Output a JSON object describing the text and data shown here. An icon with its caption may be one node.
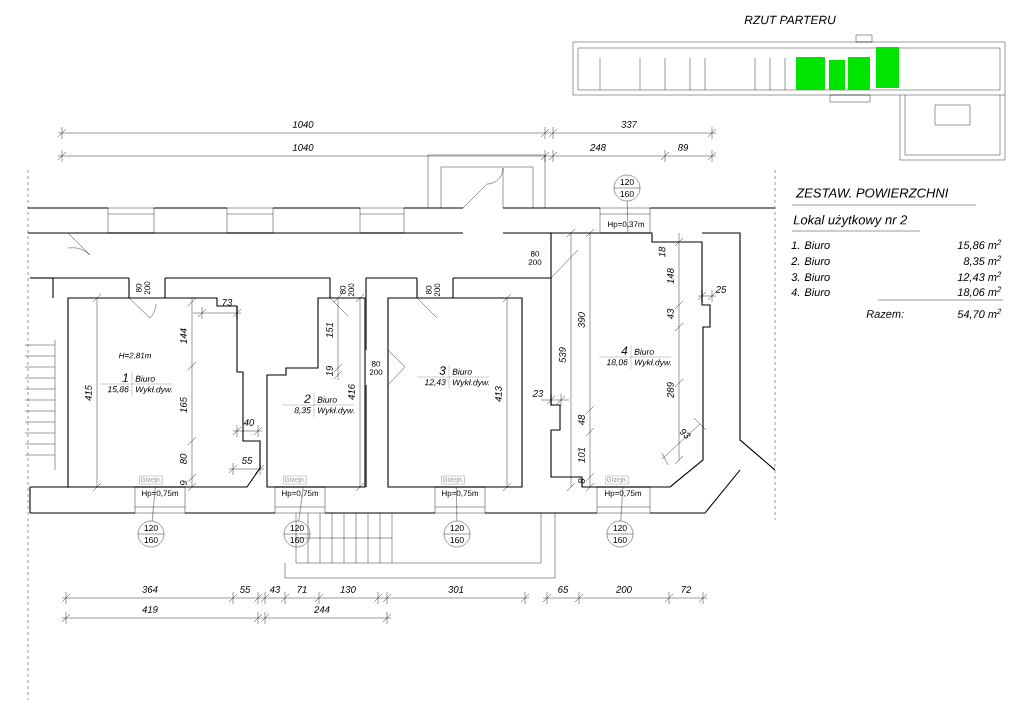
{
  "diagram": {
    "title": "RZUT PARTERU",
    "nodes": [
      {
        "text": [
          "1",
          "Biuro",
          "15,86",
          "Wykł.dyw."
        ]
      },
      {
        "text": [
          "2",
          "Biuro",
          "8,35",
          "Wykł.dyw."
        ]
      },
      {
        "text": [
          "3",
          "Biuro",
          "12,43",
          "Wykł.dyw."
        ]
      },
      {
        "text": [
          "4",
          "Biuro",
          "18,06",
          "Wykł.dyw."
        ]
      },
      {
        "text": [
          "120",
          "160"
        ]
      },
      {
        "text": [
          "120",
          "160"
        ]
      },
      {
        "text": [
          "120",
          "160"
        ]
      },
      {
        "text": [
          "120",
          "160"
        ]
      },
      {
        "text": [
          "120",
          "160"
        ]
      }
    ],
    "edges": [
      {
        "from": 4,
        "to": 3,
        "arrow": "none"
      },
      {
        "from": 5,
        "to": 0,
        "arrow": "none"
      },
      {
        "from": 6,
        "to": 1,
        "arrow": "none"
      },
      {
        "from": 7,
        "to": 2,
        "arrow": "none"
      },
      {
        "from": 8,
        "to": 3,
        "arrow": "none"
      }
    ],
    "labels": [
      "1040",
      "337",
      "1040",
      "248",
      "89",
      "ZESTAW. POWIERZCHNI",
      "Lokal użytkowy nr 2",
      "Hp=0,37m",
      "18",
      "1. Biuro",
      "15,86 m$^{2}$",
      "80 200",
      "2. Biuro",
      "8,35 m$^{2}$",
      "148",
      "3. Biuro",
      "12,43 m$^{2}$",
      "80 200",
      "80 200",
      "80 200",
      "25",
      "4. Biuro",
      "18,06 m$^{2}$",
      "73",
      "43",
      "Razem:",
      "54,70 m$^{2}$",
      "144",
      "151",
      "390",
      "H=2,81m",
      "539",
      "19",
      "80 200",
      "415",
      "416",
      "413",
      "23",
      "289",
      "165",
      "40",
      "48",
      "93",
      "80",
      "55",
      "101",
      "Grzejn.",
      "9",
      "Grzejn.",
      "Grzejn.",
      "8",
      "Grzejn.",
      "Hp=0,75m",
      "Hp=0,75m",
      "Hp=0,75m",
      "Hp=0,75m",
      "364",
      "55",
      "43",
      "71",
      "130",
      "301",
      "65",
      "200",
      "72",
      "419",
      "244"
    ]
  }
}
